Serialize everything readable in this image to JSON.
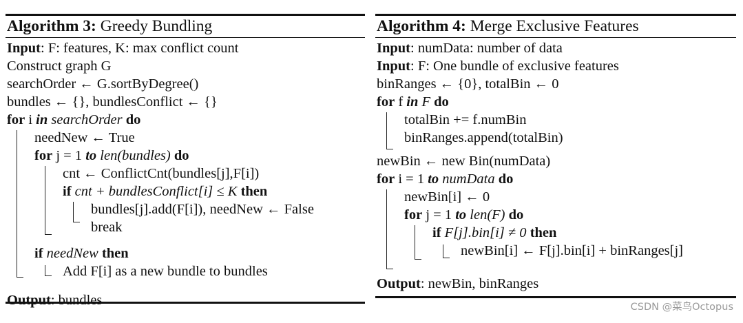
{
  "algo3": {
    "title_bold": "Algorithm 3:",
    "title_rest": " Greedy Bundling",
    "lines": [
      {
        "kw": "Input",
        "text": ": F: features, K: max conflict count"
      },
      {
        "text": "Construct graph G"
      },
      {
        "text": "searchOrder ← G.sortByDegree()"
      },
      {
        "text": "bundles ← {}, bundlesConflict ← {}"
      },
      {
        "kw": "for",
        "mid": " i ",
        "kw2": "in",
        "it": " searchOrder ",
        "kw3": "do"
      },
      {
        "text": "needNew ← True"
      },
      {
        "kw": "for",
        "mid": " j = 1 ",
        "kw2": "to",
        "it": " len(bundles) ",
        "kw3": "do"
      },
      {
        "text": "cnt ← ConflictCnt(bundles[j],F[i])"
      },
      {
        "kw": "if",
        "it": " cnt + bundlesConflict[i] ≤ K ",
        "kw3": "then"
      },
      {
        "text": "bundles[j].add(F[i]), needNew ← False"
      },
      {
        "text": "break"
      },
      {
        "kw": "if",
        "it": " needNew ",
        "kw3": "then"
      },
      {
        "text": "Add F[i] as a new bundle to bundles"
      },
      {
        "kw": "Output",
        "text": ": bundles"
      }
    ]
  },
  "algo4": {
    "title_bold": "Algorithm 4:",
    "title_rest": " Merge Exclusive Features",
    "lines": [
      {
        "kw": "Input",
        "text": ": numData: number of data"
      },
      {
        "kw": "Input",
        "text": ": F: One bundle of exclusive features"
      },
      {
        "text": "binRanges ← {0}, totalBin ← 0"
      },
      {
        "kw": "for",
        "mid": " f ",
        "kw2": "in",
        "it": " F ",
        "kw3": "do"
      },
      {
        "text": "totalBin += f.numBin"
      },
      {
        "text": "binRanges.append(totalBin)"
      },
      {
        "text": "newBin ← new   Bin(numData)"
      },
      {
        "kw": "for",
        "mid": " i = 1 ",
        "kw2": "to",
        "it": " numData ",
        "kw3": "do"
      },
      {
        "text": "newBin[i] ← 0"
      },
      {
        "kw": "for",
        "mid": " j = 1 ",
        "kw2": "to",
        "it": " len(F) ",
        "kw3": "do"
      },
      {
        "kw": "if",
        "it": " F[j].bin[i] ≠ 0 ",
        "kw3": "then"
      },
      {
        "text": "newBin[i] ← F[j].bin[i] + binRanges[j]"
      },
      {
        "kw": "Output",
        "text": ": newBin, binRanges"
      }
    ]
  },
  "watermark": "CSDN @菜鸟Octopus"
}
